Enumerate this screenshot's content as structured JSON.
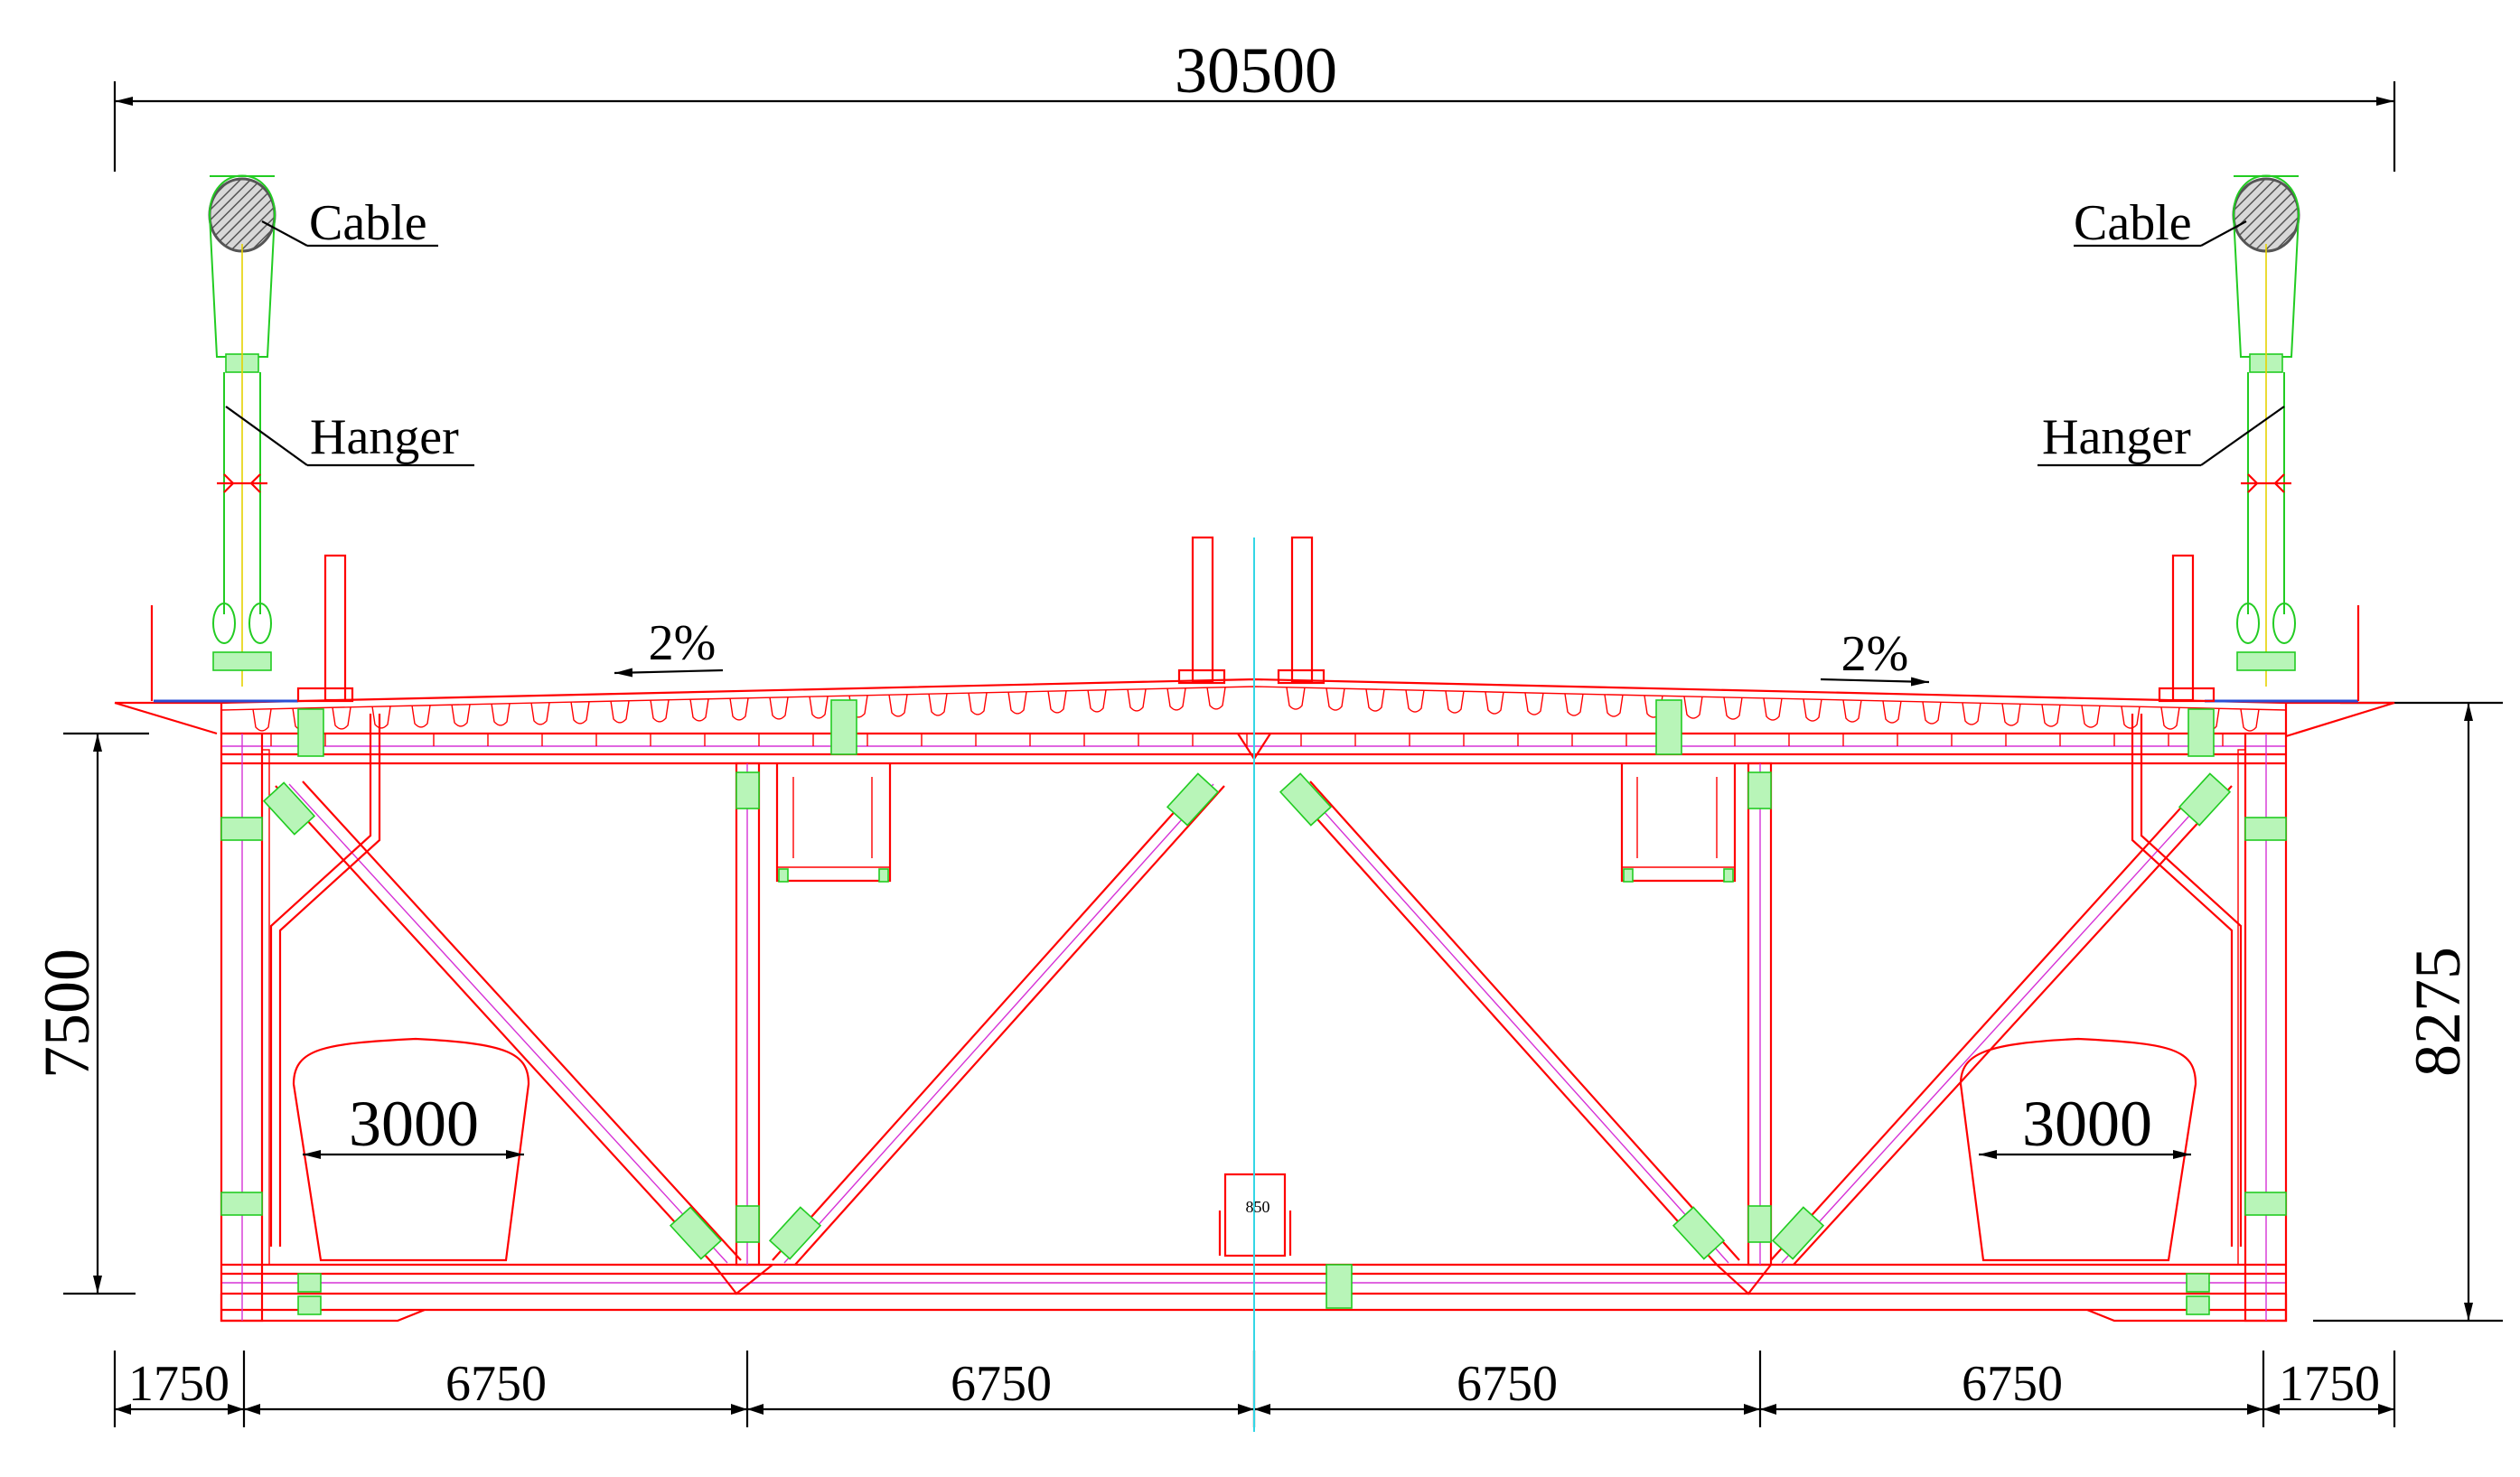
{
  "diagram": {
    "dimensions": {
      "overall_width": "30500",
      "height_left": "7500",
      "height_right": "8275",
      "clearance_left": "3000",
      "clearance_right": "3000",
      "bottom_spans": [
        "1750",
        "6750",
        "6750",
        "6750",
        "6750",
        "1750"
      ]
    },
    "labels": {
      "cable_left": "Cable",
      "cable_right": "Cable",
      "hanger_left": "Hanger",
      "hanger_right": "Hanger",
      "slope_left": "2%",
      "slope_right": "2%",
      "center_mark": "850"
    },
    "colors": {
      "structure": "#ff0000",
      "secondary": "#d633d6",
      "cable_hanger": "#22cc22",
      "centerline": "#33d6e6",
      "dimension": "#000000"
    }
  }
}
